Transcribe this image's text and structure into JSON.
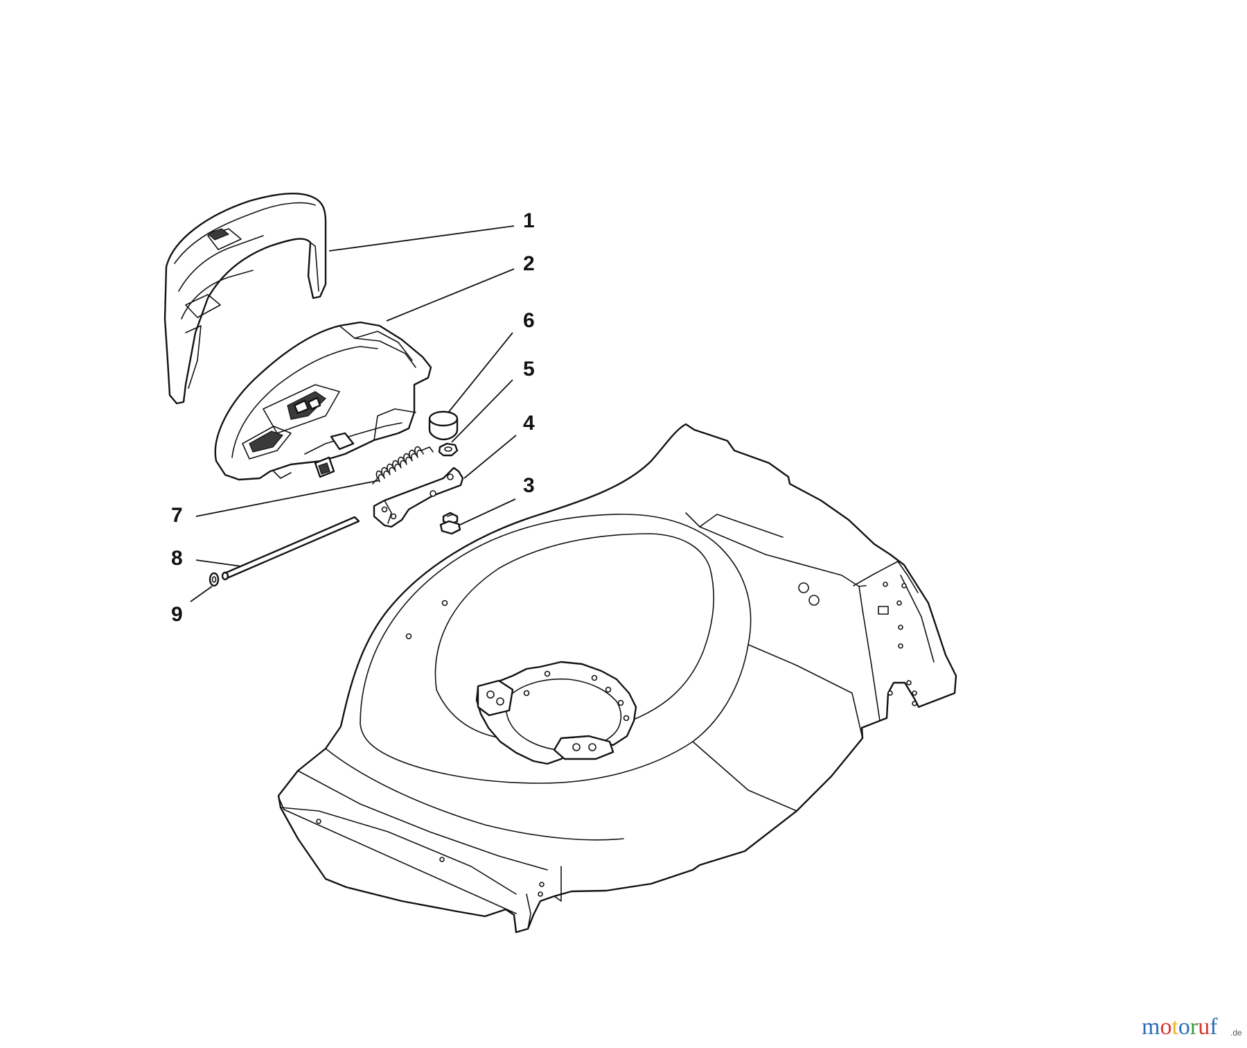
{
  "diagram": {
    "callouts": [
      {
        "id": "1",
        "label": "1"
      },
      {
        "id": "2",
        "label": "2"
      },
      {
        "id": "6",
        "label": "6"
      },
      {
        "id": "5",
        "label": "5"
      },
      {
        "id": "4",
        "label": "4"
      },
      {
        "id": "3",
        "label": "3"
      },
      {
        "id": "7",
        "label": "7"
      },
      {
        "id": "8",
        "label": "8"
      },
      {
        "id": "9",
        "label": "9"
      }
    ]
  },
  "watermark": {
    "letters": [
      {
        "char": "m",
        "color": "#2d6db5"
      },
      {
        "char": "o",
        "color": "#d9342b"
      },
      {
        "char": "t",
        "color": "#f2b01e"
      },
      {
        "char": "o",
        "color": "#2d6db5"
      },
      {
        "char": "r",
        "color": "#3c9a3c"
      },
      {
        "char": "u",
        "color": "#d9342b"
      },
      {
        "char": "f",
        "color": "#2d6db5"
      }
    ],
    "suffix": ".de"
  }
}
